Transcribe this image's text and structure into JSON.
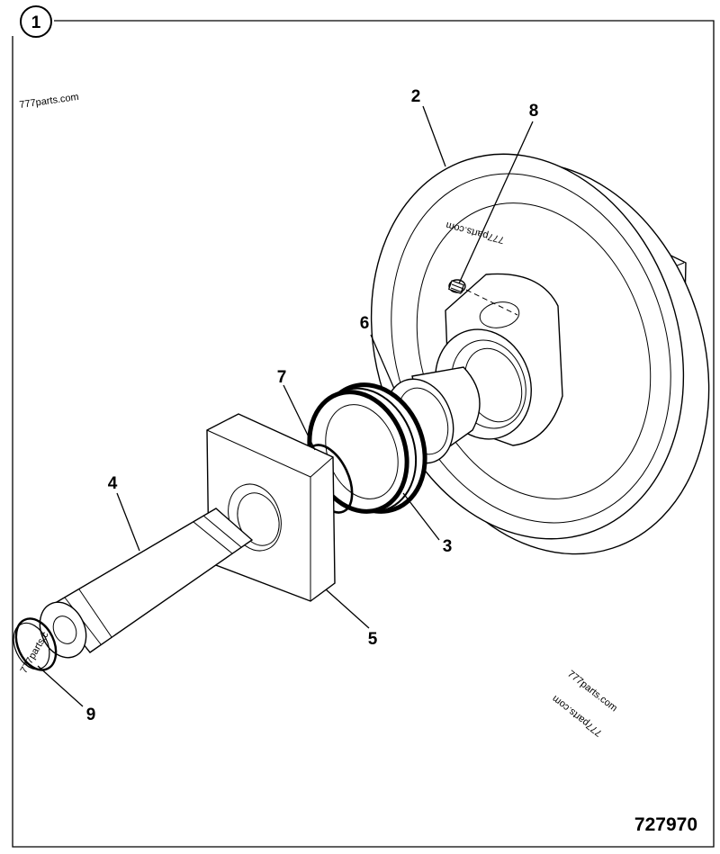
{
  "sheet": {
    "index_label": "1",
    "drawing_number": "727970"
  },
  "watermarks": {
    "top_left": "777parts.com",
    "wheel_face": "777parts.com",
    "ring": "777parts.c",
    "bottom_right_a": "777parts.com",
    "bottom_right_b": "777parts.com"
  },
  "callouts": [
    {
      "id": "2",
      "label": "2"
    },
    {
      "id": "8",
      "label": "8"
    },
    {
      "id": "6",
      "label": "6"
    },
    {
      "id": "7",
      "label": "7"
    },
    {
      "id": "4",
      "label": "4"
    },
    {
      "id": "3",
      "label": "3"
    },
    {
      "id": "5",
      "label": "5"
    },
    {
      "id": "9",
      "label": "9"
    }
  ]
}
